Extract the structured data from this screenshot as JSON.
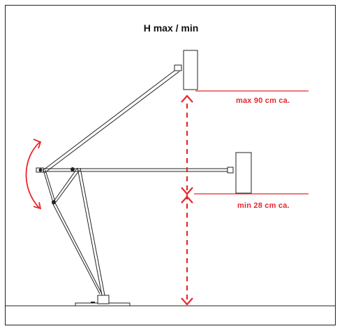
{
  "title": "H max / min",
  "max_label": "max 90 cm ca.",
  "min_label": "min 28 cm ca.",
  "colors": {
    "accent": "#e8262b",
    "line": "#222222",
    "background": "#ffffff"
  }
}
